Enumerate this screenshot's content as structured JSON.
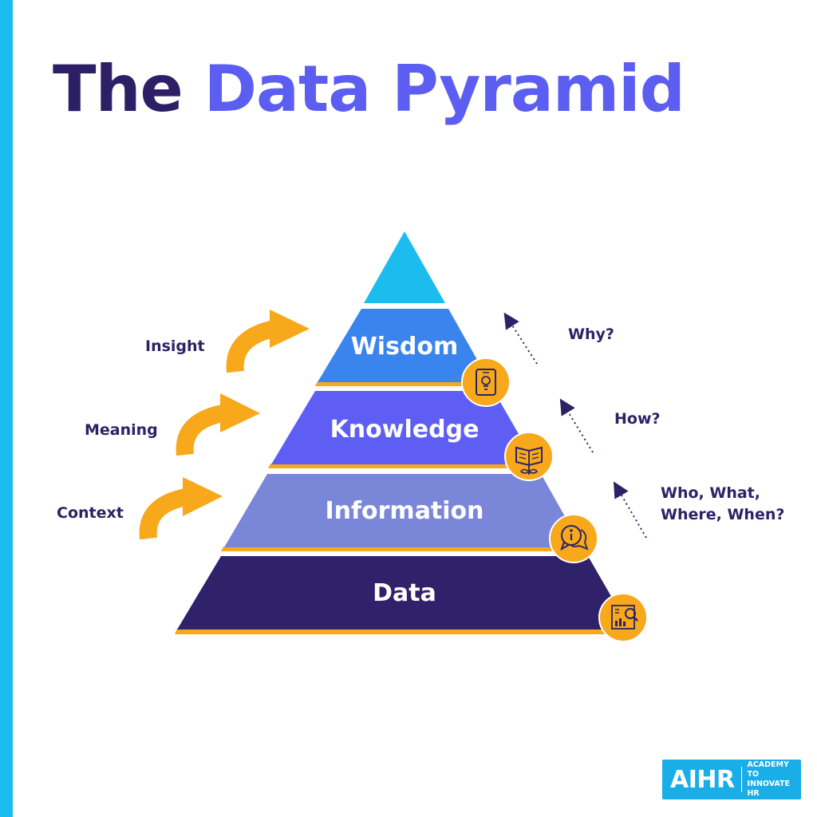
{
  "title": {
    "word1": "The",
    "word2": "Data Pyramid"
  },
  "colors": {
    "accent_bar": "#1dbcef",
    "title_dark": "#2d1f66",
    "title_accent": "#5b5ef0",
    "apex": "#1dbcef",
    "wisdom": "#3a84ee",
    "knowledge": "#5e5ef5",
    "information": "#7a86d8",
    "data": "#30226a",
    "gold": "#f7a81b"
  },
  "tiers": [
    {
      "label": "Data",
      "icon": "chart-magnifier-icon"
    },
    {
      "label": "Information",
      "icon": "info-speech-bubble-icon"
    },
    {
      "label": "Knowledge",
      "icon": "open-book-plant-icon"
    },
    {
      "label": "Wisdom",
      "icon": "tablet-lightbulb-icon"
    }
  ],
  "left_labels": [
    "Insight",
    "Meaning",
    "Context"
  ],
  "right_questions": {
    "wisdom": "Why?",
    "knowledge": "How?",
    "information_line1": "Who, What,",
    "information_line2": "Where, When?"
  },
  "logo": {
    "mark": "AIHR",
    "subtitle": "ACADEMY TO\nINNOVATE HR"
  }
}
